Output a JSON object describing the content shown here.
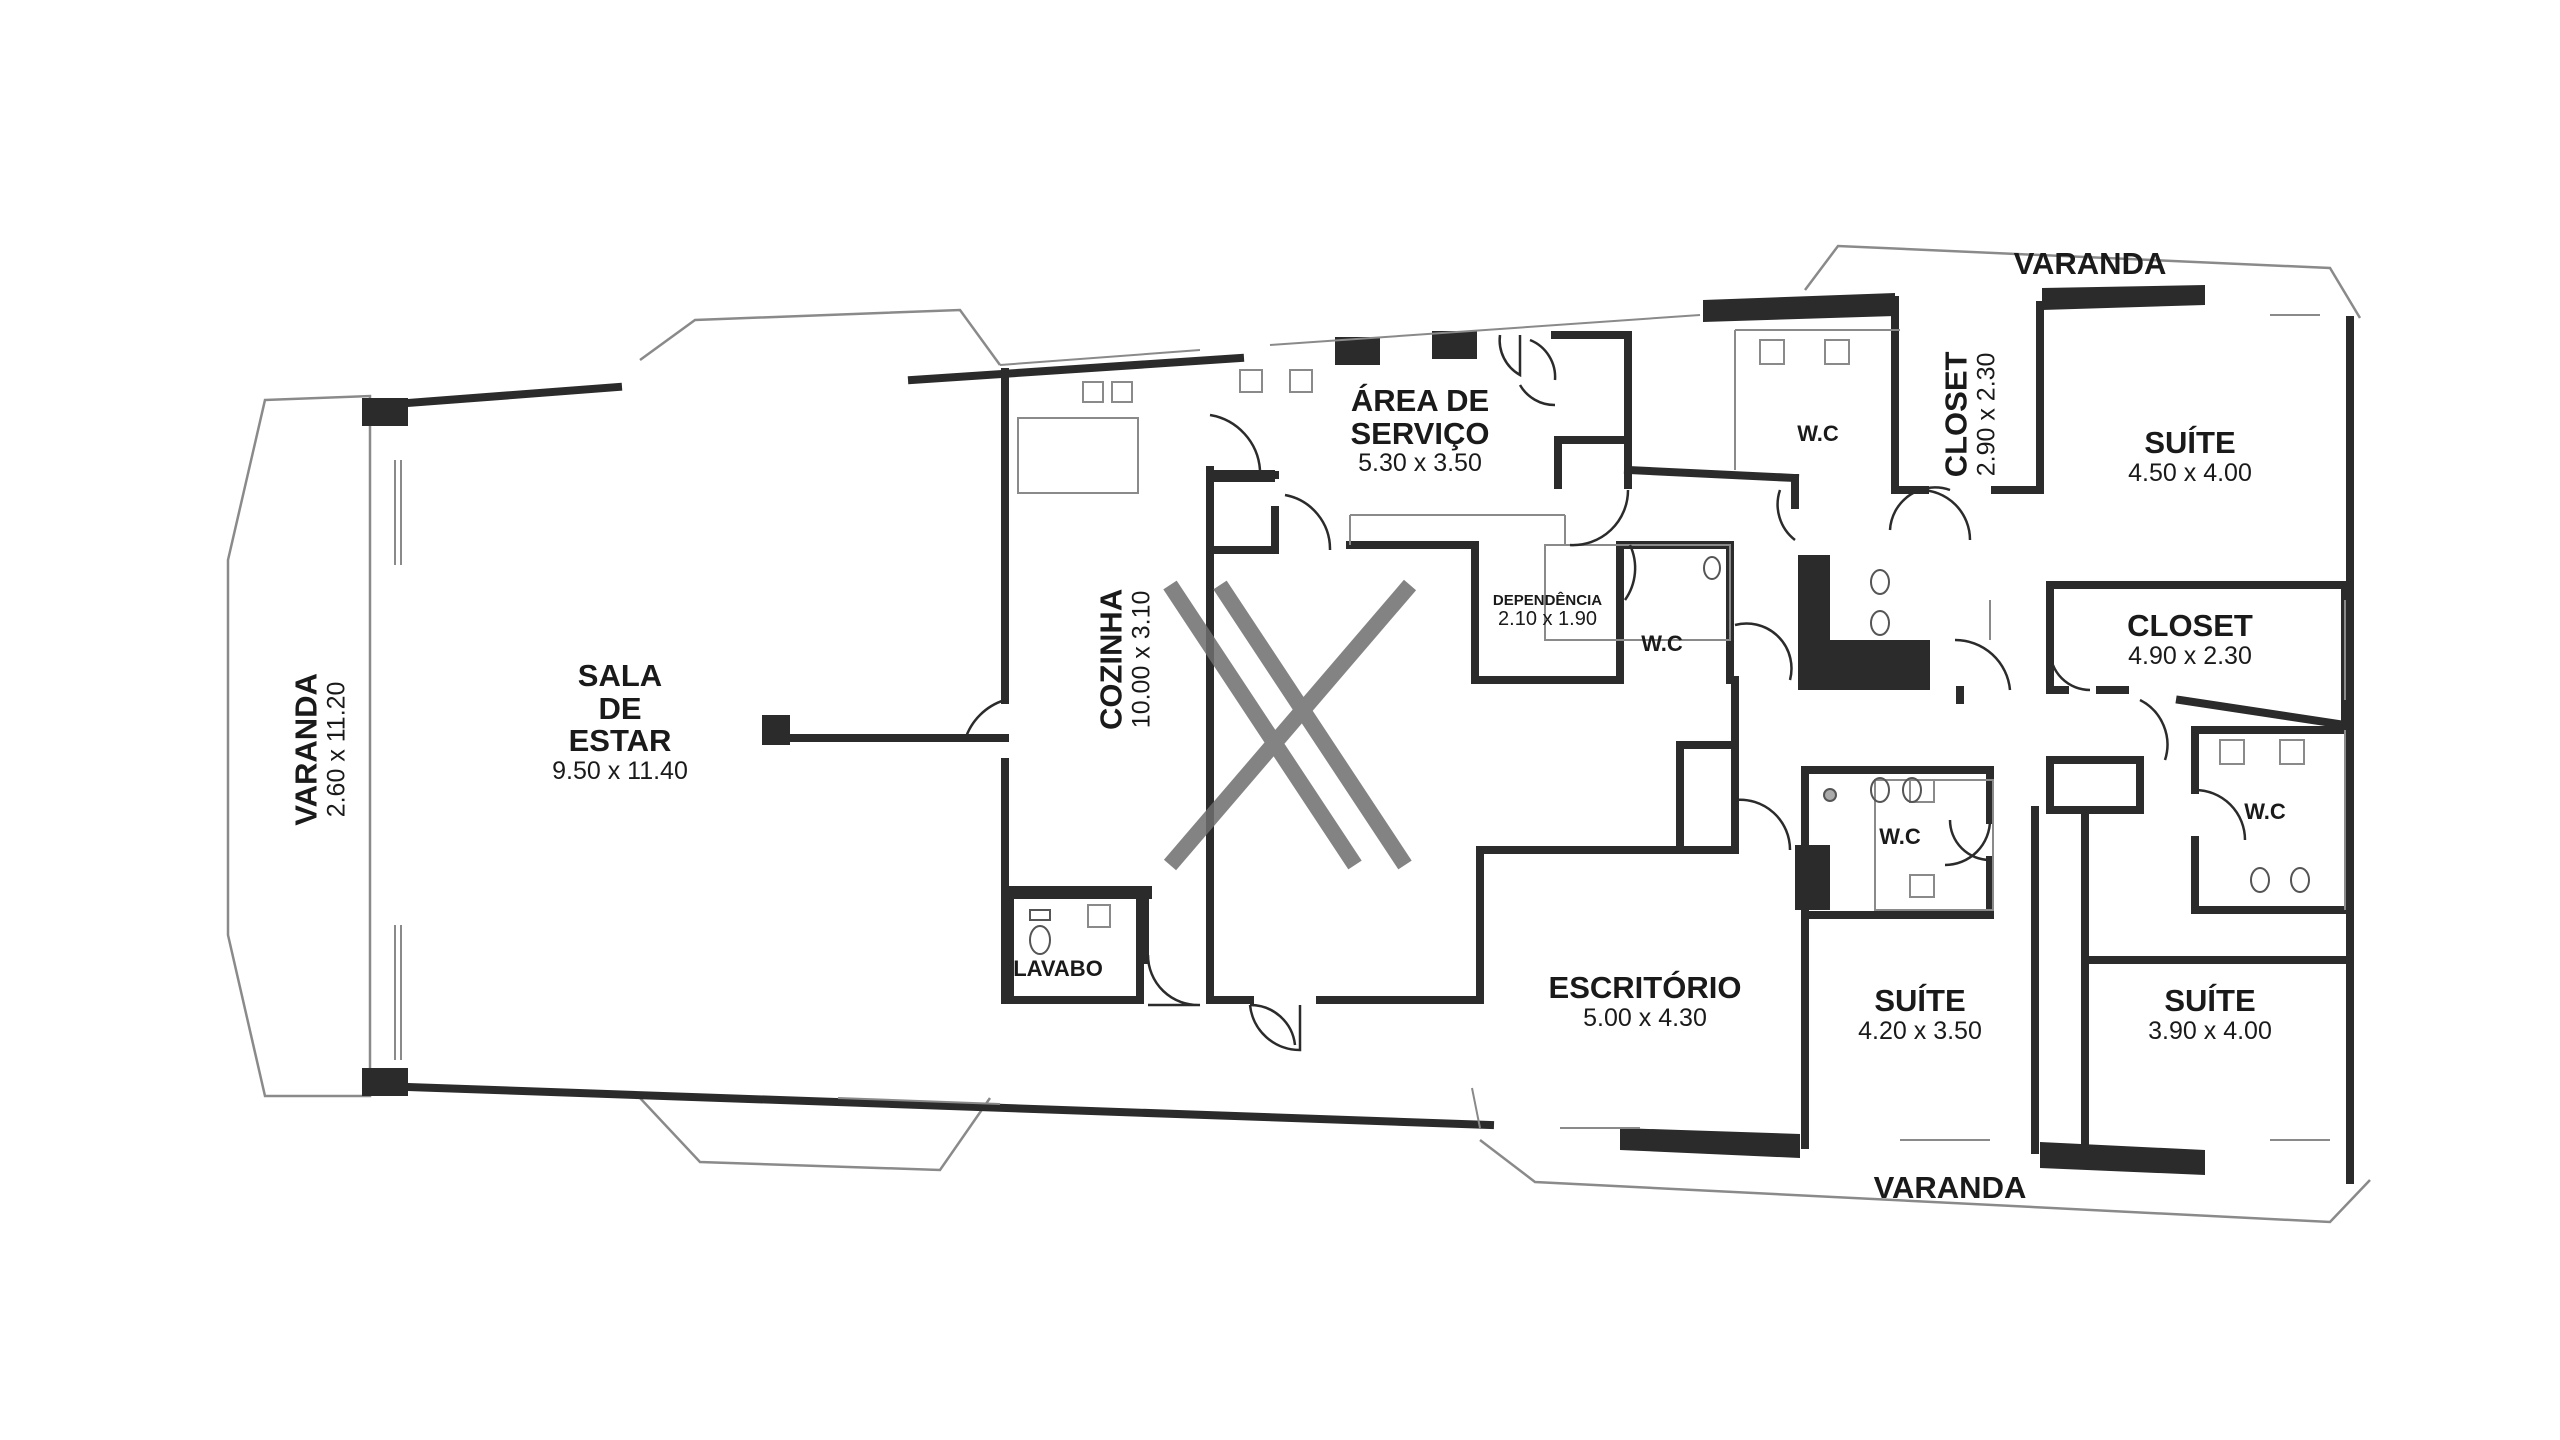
{
  "rooms": {
    "sala": {
      "name_1": "SALA",
      "name_2": "DE",
      "name_3": "ESTAR",
      "dims": "9.50 x 11.40"
    },
    "varanda_left": {
      "name": "VARANDA",
      "dims": "2.60 x 11.20"
    },
    "cozinha": {
      "name": "COZINHA",
      "dims": "10.00 x 3.10"
    },
    "area_servico": {
      "name_1": "ÁREA DE",
      "name_2": "SERVIÇO",
      "dims": "5.30 x 3.50"
    },
    "dependencia": {
      "name": "DEPENDÊNCIA",
      "dims": "2.10 x 1.90"
    },
    "wc_dep": {
      "name": "W.C"
    },
    "lavabo": {
      "name": "LAVABO"
    },
    "wc_top": {
      "name": "W.C"
    },
    "closet_top": {
      "name": "CLOSET",
      "dims": "2.90 x 2.30"
    },
    "suite_top": {
      "name": "SUÍTE",
      "dims": "4.50 x 4.00"
    },
    "closet_right": {
      "name": "CLOSET",
      "dims": "4.90 x 2.30"
    },
    "wc_mid": {
      "name": "W.C"
    },
    "wc_right": {
      "name": "W.C"
    },
    "escritorio": {
      "name": "ESCRITÓRIO",
      "dims": "5.00 x 4.30"
    },
    "suite_mid": {
      "name": "SUÍTE",
      "dims": "4.20 x 3.50"
    },
    "suite_right": {
      "name": "SUÍTE",
      "dims": "3.90 x 4.00"
    },
    "varanda_top": {
      "name": "VARANDA"
    },
    "varanda_bottom": {
      "name": "VARANDA"
    }
  },
  "colors": {
    "wall": "#2b2b2b",
    "thin": "#8a8a8a",
    "watermark": "#6e6e6e"
  },
  "icons": [
    "toilet-icon",
    "sink-icon",
    "door-swing-icon",
    "watermark-x-logo"
  ]
}
